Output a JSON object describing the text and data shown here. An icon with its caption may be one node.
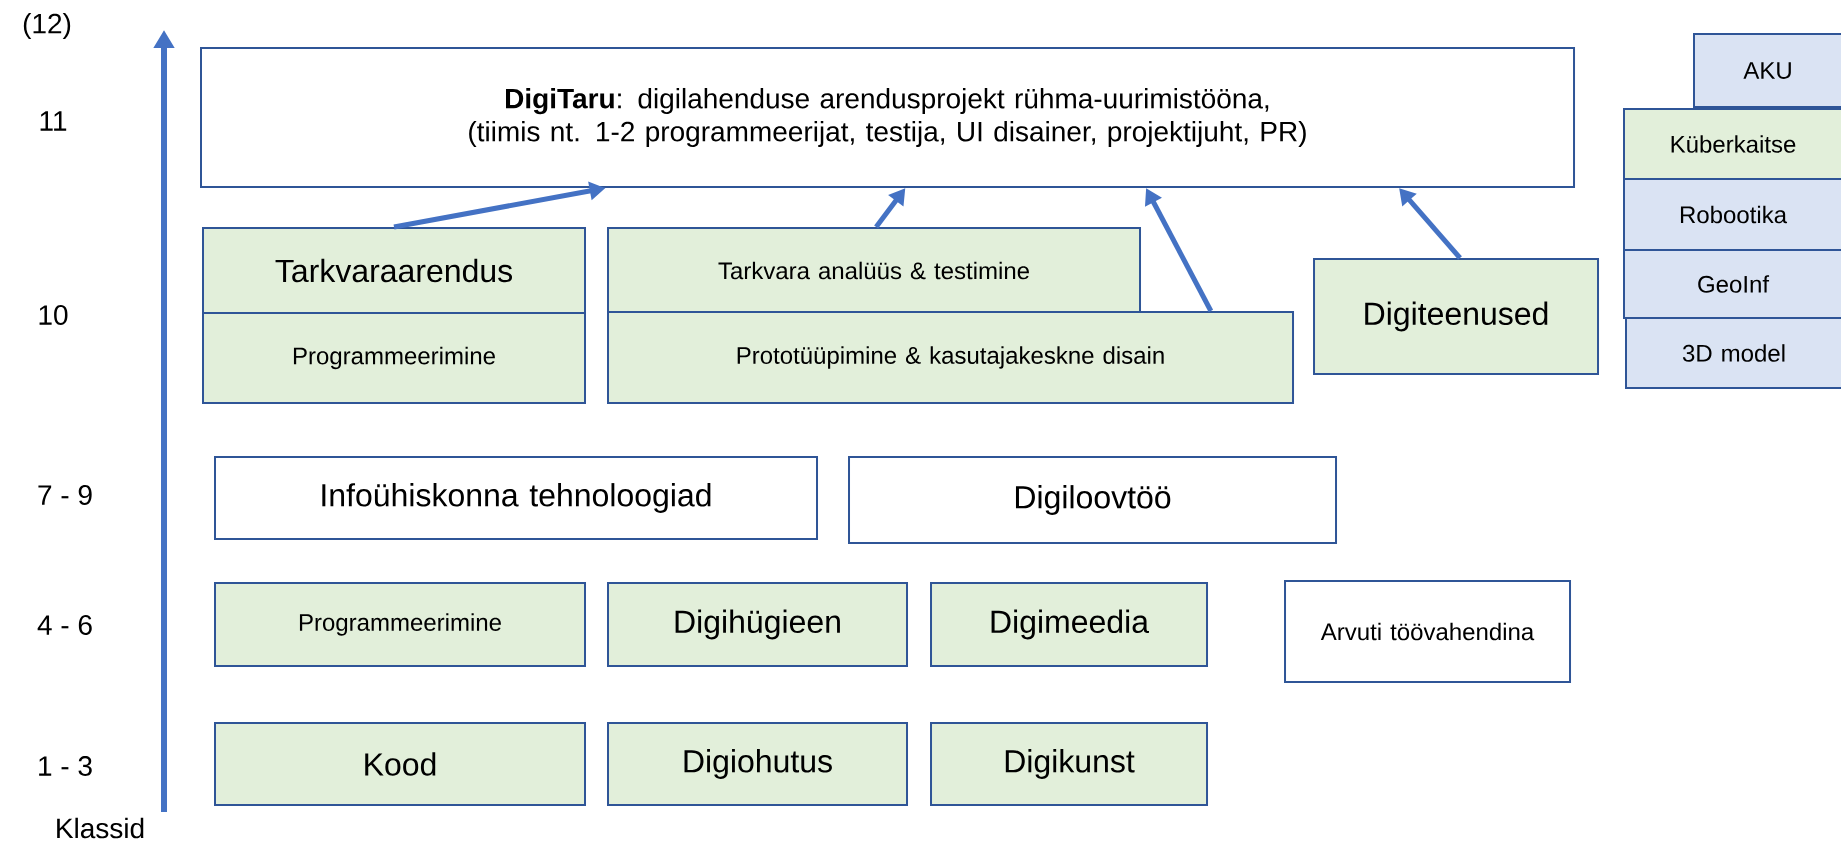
{
  "diagram": {
    "nodes": [
      {
        "text": [
          "**DigiTaru**: digilahenduse arendusprojekt rühma-uurimistööna, (tiimis nt. 1-2 programmeerijat, testija, UI disainer, projektijuht, PR)"
        ]
      },
      {
        "text": [
          "Tarkvaraarendus"
        ]
      },
      {
        "text": [
          "Programmeerimine"
        ]
      },
      {
        "text": [
          "Tarkvara analüüs & testimine"
        ]
      },
      {
        "text": [
          "Prototüüpimine & kasutajakeskne disain"
        ]
      },
      {
        "text": [
          "Digiteenused"
        ]
      },
      {
        "text": [
          "AKU"
        ]
      },
      {
        "text": [
          "Küberkaitse"
        ]
      },
      {
        "text": [
          "Robootika"
        ]
      },
      {
        "text": [
          "GeoInf"
        ]
      },
      {
        "text": [
          "3D model"
        ]
      },
      {
        "text": [
          "Infoühiskonna tehnoloogiad"
        ]
      },
      {
        "text": [
          "Digiloovtöö"
        ]
      },
      {
        "text": [
          "Programmeerimine"
        ]
      },
      {
        "text": [
          "Digihügieen"
        ]
      },
      {
        "text": [
          "Digimeedia"
        ]
      },
      {
        "text": [
          "Arvuti töövahendina"
        ]
      },
      {
        "text": [
          "Kood"
        ]
      },
      {
        "text": [
          "Digiohutus"
        ]
      },
      {
        "text": [
          "Digikunst"
        ]
      }
    ],
    "edges": [
      {
        "from": 1,
        "to": 0,
        "arrow": "to"
      },
      {
        "from": 3,
        "to": 0,
        "arrow": "to"
      },
      {
        "from": 4,
        "to": 0,
        "arrow": "to"
      },
      {
        "from": 5,
        "to": 0,
        "arrow": "to"
      }
    ],
    "labels": [
      "(12)",
      "11",
      "10",
      "7 - 9",
      "4 - 6",
      "1 - 3",
      "Klassid"
    ]
  }
}
